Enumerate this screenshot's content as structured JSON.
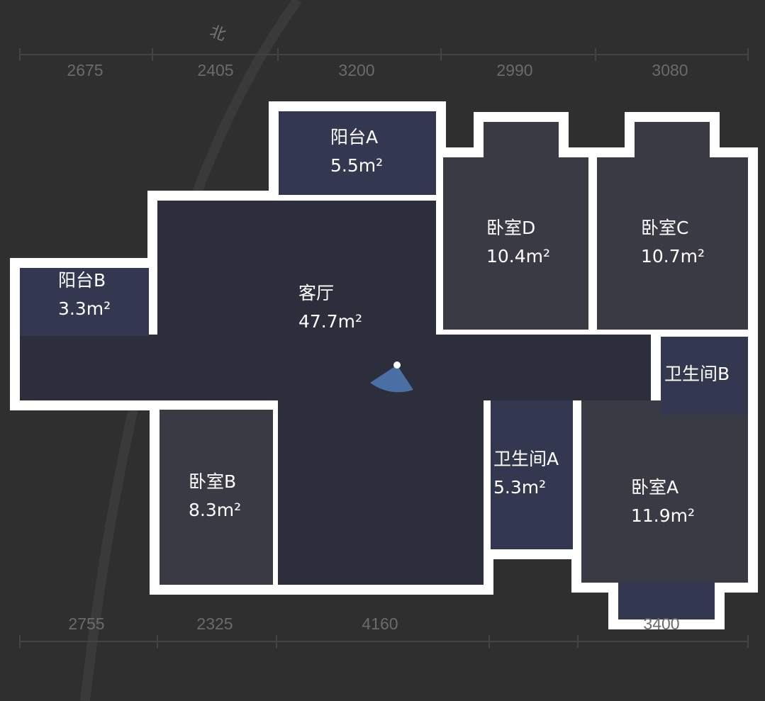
{
  "colors": {
    "background": "#2f2f2f",
    "wall": "#ffffff",
    "floor": "#2c2e3b",
    "tile": "#343750",
    "wood": "#3a3a44",
    "dimension": "#6b6b6b"
  },
  "north_label": "北",
  "dimensions_top": [
    "2675",
    "2405",
    "3200",
    "2990",
    "3080"
  ],
  "dimensions_bottom": [
    "2755",
    "2325",
    "4160",
    "3400"
  ],
  "rooms": [
    {
      "name": "阳台A",
      "area": "5.5m²"
    },
    {
      "name": "阳台B",
      "area": "3.3m²"
    },
    {
      "name": "客厅",
      "area": "47.7m²"
    },
    {
      "name": "卧室D",
      "area": "10.4m²"
    },
    {
      "name": "卧室C",
      "area": "10.7m²"
    },
    {
      "name": "卫生间B",
      "area": ""
    },
    {
      "name": "卫生间A",
      "area": "5.3m²"
    },
    {
      "name": "卧室B",
      "area": "8.3m²"
    },
    {
      "name": "卧室A",
      "area": "11.9m²"
    }
  ]
}
